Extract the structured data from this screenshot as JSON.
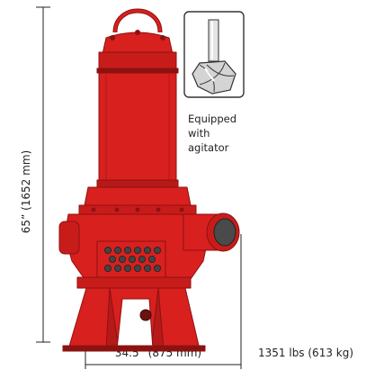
{
  "dimensions": {
    "height_label": "65” (1652 mm)",
    "width_label": "34.5” (875 mm)",
    "weight_label": "1351 lbs (613 kg)"
  },
  "inset": {
    "caption_line1": "Equipped",
    "caption_line2": "with",
    "caption_line3": "agitator"
  },
  "colors": {
    "pump_red": "#d8201f",
    "pump_dark": "#8c1210",
    "line": "#222222",
    "inset_border": "#333333",
    "agitator_gray": "#cfcfcf"
  }
}
